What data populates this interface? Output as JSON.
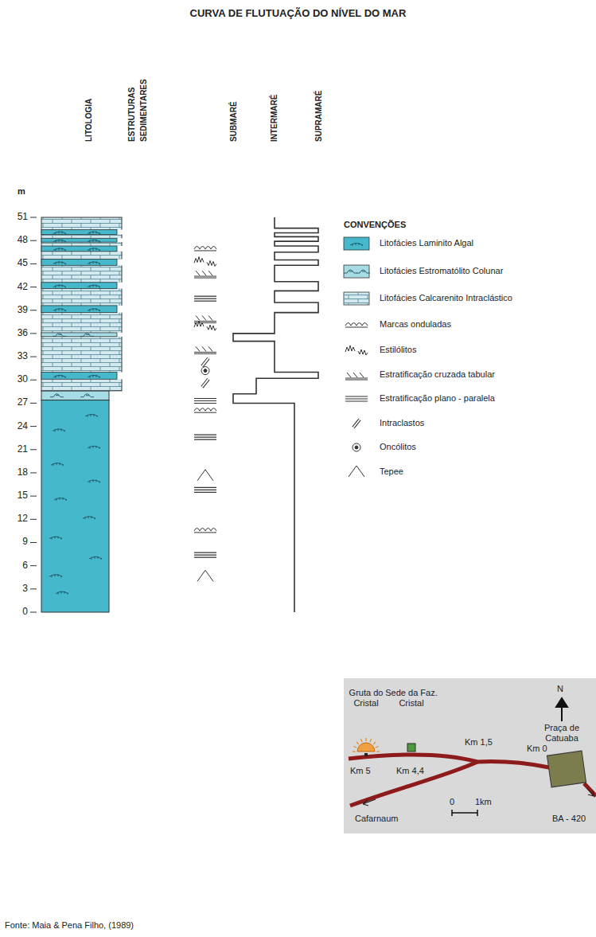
{
  "diagram": {
    "title": "CURVA DE FLUTUAÇÃO DO NÍVEL DO MAR",
    "caption": "Fonte: Maia & Pena Filho, (1989)",
    "labels": [
      "LITOLOGIA",
      "ESTRUTURAS SEDIMENTARES",
      "SUBMARÉ",
      "INTERMARÉ",
      "SUPRAMARÉ",
      "m",
      "51",
      "48",
      "45",
      "42",
      "39",
      "36",
      "33",
      "30",
      "27",
      "24",
      "21",
      "18",
      "15",
      "12",
      "9",
      "6",
      "3",
      "0",
      "CONVENÇÕES",
      "Gruta do Cristal",
      "Sede da Faz. Cristal",
      "N",
      "Praça de Catuaba",
      "Km 5",
      "Km 4,4",
      "Km 1,5",
      "Km 0",
      "0",
      "1km",
      "Cafarnaum",
      "BA - 420"
    ],
    "legend": [
      {
        "text": "Litofácies Laminito Algal",
        "color": "#45b8cc"
      },
      {
        "text": "Litofácies Estromatólito Colunar",
        "color": "#a8dce5"
      },
      {
        "text": "Litofácies Calcarenito Intraclástico",
        "color": "#d2eaef"
      },
      {
        "text": "Marcas onduladas"
      },
      {
        "text": "Estilólitos"
      },
      {
        "text": "Estratificação cruzada tabular"
      },
      {
        "text": "Estratificação plano - paralela"
      },
      {
        "text": "Intraclastos"
      },
      {
        "text": "Oncólitos"
      },
      {
        "text": "Tepee"
      }
    ]
  }
}
